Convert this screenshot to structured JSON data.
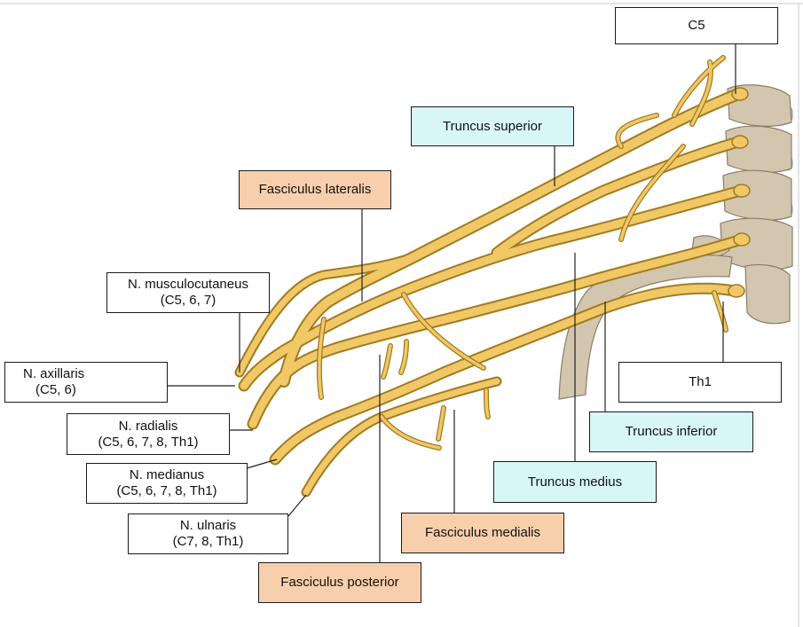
{
  "colors": {
    "nerve": "#f0c865",
    "nerve_edge": "#a17a22",
    "bone": "#d3c6ae",
    "bone_edge": "#8a7d68",
    "disc": "#b9c6cc",
    "leader": "#222222",
    "white_box": "#ffffff",
    "blue_box": "#d9f6f6",
    "tan_box": "#f8cfac"
  },
  "labels": {
    "c5": "C5",
    "truncus_superior": "Truncus superior",
    "fasciculus_lateralis": "Fasciculus lateralis",
    "n_musculocutaneus_1": "N. musculocutaneus",
    "n_musculocutaneus_2": "(C5, 6, 7)",
    "n_axillaris_1": "N. axillaris",
    "n_axillaris_2": "(C5, 6)",
    "n_radialis_1": "N. radialis",
    "n_radialis_2": "(C5, 6, 7, 8, Th1)",
    "n_medianus_1": "N. medianus",
    "n_medianus_2": "(C5, 6, 7, 8, Th1)",
    "n_ulnaris_1": "N. ulnaris",
    "n_ulnaris_2": "(C7, 8, Th1)",
    "th1": "Th1",
    "truncus_inferior": "Truncus inferior",
    "truncus_medius": "Truncus medius",
    "fasciculus_medialis": "Fasciculus medialis",
    "fasciculus_posterior": "Fasciculus posterior"
  }
}
